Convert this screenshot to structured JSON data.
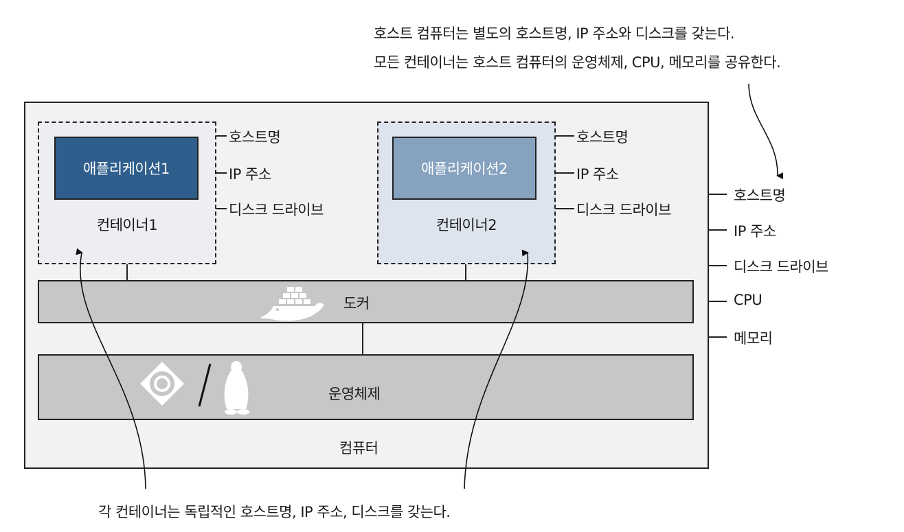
{
  "top_note": {
    "line1": "호스트 컴퓨터는 별도의 호스트명, IP 주소와 디스크를 갖는다.",
    "line2": "모든 컨테이너는 호스트 컴퓨터의 운영체제, CPU, 메모리를 공유한다."
  },
  "bottom_note": "각 컨테이너는 독립적인 호스트명, IP 주소, 디스크를 갖는다.",
  "computer_label": "컴퓨터",
  "containers": [
    {
      "app": "애플리케이션1",
      "name": "컨테이너1",
      "attrs": [
        "호스트명",
        "IP 주소",
        "디스크 드라이브"
      ],
      "fill": "#eceef2",
      "app_color": "#2f5e8c"
    },
    {
      "app": "애플리케이션2",
      "name": "컨테이너2",
      "attrs": [
        "호스트명",
        "IP 주소",
        "디스크 드라이브"
      ],
      "fill": "#dde4ee",
      "app_color": "#86a2bf"
    }
  ],
  "docker_label": "도커",
  "os_label": "운영체제",
  "host_attrs": [
    "호스트명",
    "IP 주소",
    "디스크 드라이브",
    "CPU",
    "메모리"
  ],
  "colors": {
    "computer_bg": "#f2f2f2",
    "bar_fill": "#c7c7c7",
    "stroke": "#222222"
  },
  "icons": [
    "docker-whale-icon",
    "windows-logo-icon",
    "linux-penguin-icon"
  ]
}
